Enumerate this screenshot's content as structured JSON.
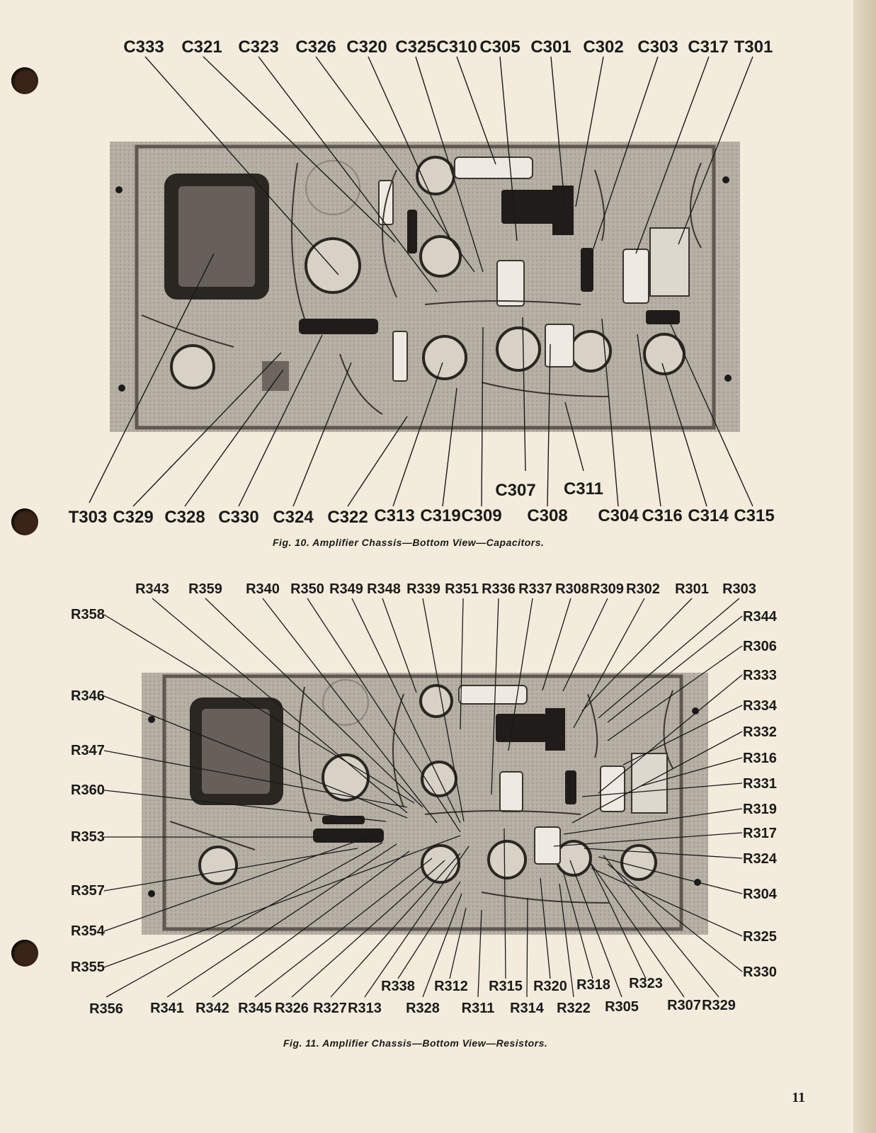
{
  "figures": [
    {
      "caption": "Fig. 10. Amplifier Chassis—Bottom View—Capacitors.",
      "top_labels": [
        "C333",
        "C321",
        "C323",
        "C326",
        "C320",
        "C325",
        "C310",
        "C305",
        "C301",
        "C302",
        "C303",
        "C317",
        "T301"
      ],
      "middle_labels": [
        "C307",
        "C311"
      ],
      "bottom_labels": [
        "T303",
        "C329",
        "C328",
        "C330",
        "C324",
        "C322",
        "C313",
        "C319",
        "C309",
        "C308",
        "C304",
        "C316",
        "C314",
        "C315"
      ]
    },
    {
      "caption": "Fig. 11. Amplifier Chassis—Bottom View—Resistors.",
      "top_labels": [
        "R343",
        "R359",
        "R340",
        "R350",
        "R349",
        "R348",
        "R339",
        "R351",
        "R336",
        "R337",
        "R308",
        "R309",
        "R302",
        "R301",
        "R303"
      ],
      "left_labels": [
        "R358",
        "R346",
        "R347",
        "R360",
        "R353",
        "R357",
        "R354",
        "R355"
      ],
      "right_labels": [
        "R344",
        "R306",
        "R333",
        "R334",
        "R332",
        "R316",
        "R331",
        "R319",
        "R317",
        "R324",
        "R304",
        "R325",
        "R330"
      ],
      "bottom_row1": [
        "R338",
        "R312",
        "R315",
        "R320",
        "R318",
        "R323"
      ],
      "bottom_row2": [
        "R356",
        "R341",
        "R342",
        "R345",
        "R326",
        "R327",
        "R313",
        "R328",
        "R311",
        "R314",
        "R322",
        "R305",
        "R307",
        "R329"
      ]
    }
  ],
  "page_number": "11"
}
